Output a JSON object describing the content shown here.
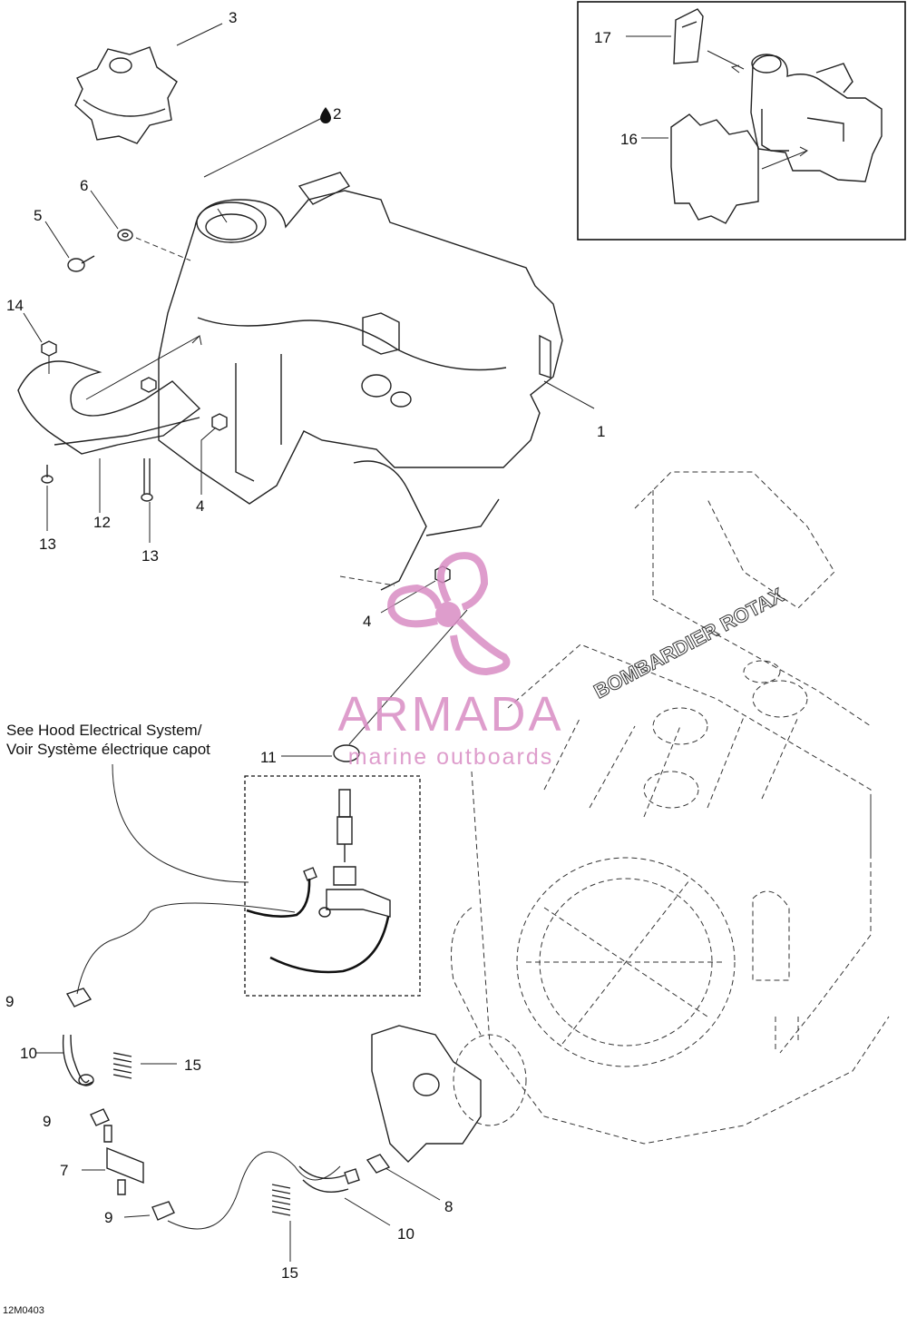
{
  "watermark": {
    "brand": "ARMADA",
    "tagline": "marine outboards",
    "color": "#d98cc4"
  },
  "callouts": {
    "c1": "1",
    "c2": "2",
    "c3": "3",
    "c4a": "4",
    "c4b": "4",
    "c5": "5",
    "c6": "6",
    "c7": "7",
    "c8": "8",
    "c9a": "9",
    "c9b": "9",
    "c9c": "9",
    "c10a": "10",
    "c10b": "10",
    "c11": "11",
    "c12": "12",
    "c13a": "13",
    "c13b": "13",
    "c14": "14",
    "c15a": "15",
    "c15b": "15",
    "c16": "16",
    "c17": "17"
  },
  "note": {
    "line1": "See Hood Electrical System/",
    "line2": "Voir Système électrique capot"
  },
  "engine_lettering": "BOMBARDIER ROTAX",
  "drawing_code": "12M0403"
}
